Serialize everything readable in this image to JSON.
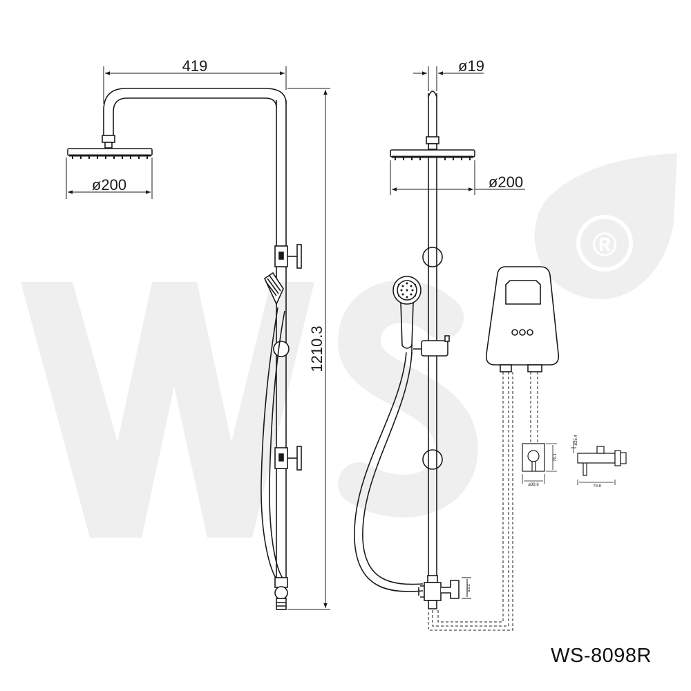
{
  "watermark": {
    "text": "WS",
    "registered_mark": "®",
    "color": "#efefef"
  },
  "dimensions": {
    "arm_length": "419",
    "head_diameter_side": "ø200",
    "head_diameter_front": "ø200",
    "total_height": "1210.3",
    "pipe_diameter": "ø19",
    "outlet_height": "53.2",
    "valve_diameter": "ø39.6",
    "valve_depth": "70.1",
    "side_valve_height": "ø25.4",
    "side_valve_width": "79.8"
  },
  "model_code": "WS-8098R",
  "colors": {
    "line": "#1a1a1a",
    "watermark": "#efefef",
    "background": "#ffffff"
  }
}
